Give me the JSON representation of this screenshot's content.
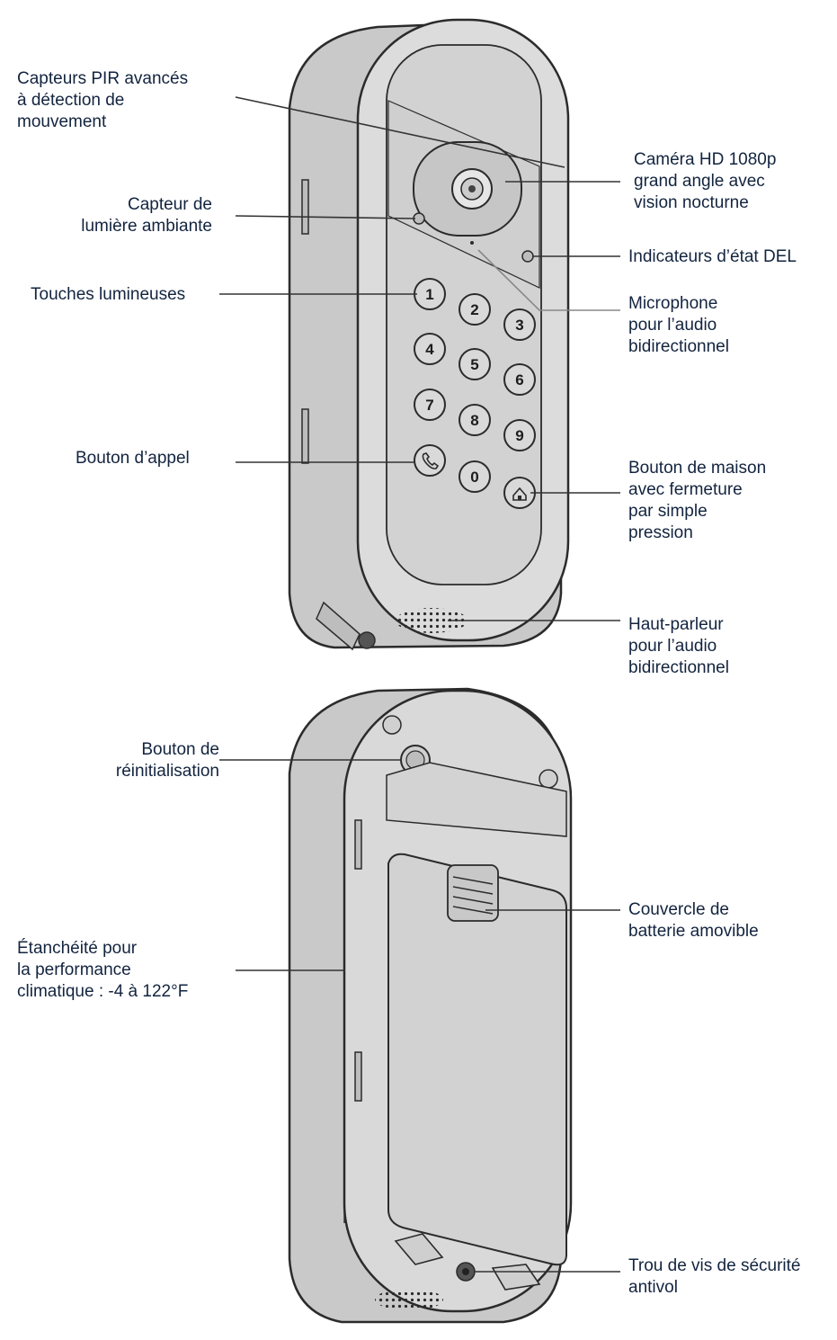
{
  "labels": {
    "pir": "Capteurs PIR avancés\nà détection de\nmouvement",
    "ambient": "Capteur de\nlumière ambiante",
    "keys": "Touches lumineuses",
    "call": "Bouton d’appel",
    "camera": "Caméra HD 1080p\ngrand angle avec\nvision nocturne",
    "led": "Indicateurs d’état DEL",
    "mic": "Microphone\npour l’audio\nbidirectionnel",
    "home": "Bouton de maison\navec fermeture\npar simple\npression",
    "speaker": "Haut-parleur\npour l’audio\nbidirectionnel",
    "reset": "Bouton de\nréinitialisation",
    "weather": "Étanchéité pour\nla performance\nclimatique : -4 à 122°F",
    "battery": "Couvercle de\nbatterie amovible",
    "screw": "Trou de vis de sécurité\nantivol"
  },
  "keypad": [
    "1",
    "2",
    "3",
    "4",
    "5",
    "6",
    "7",
    "8",
    "9",
    "0"
  ],
  "icons": {
    "call_key": "phone-icon",
    "home_key": "home-icon"
  },
  "colors": {
    "label_text": "#13243f",
    "device_body": "#d6d6d6",
    "device_outline": "#2b2b2b",
    "leader_line": "#333333"
  }
}
